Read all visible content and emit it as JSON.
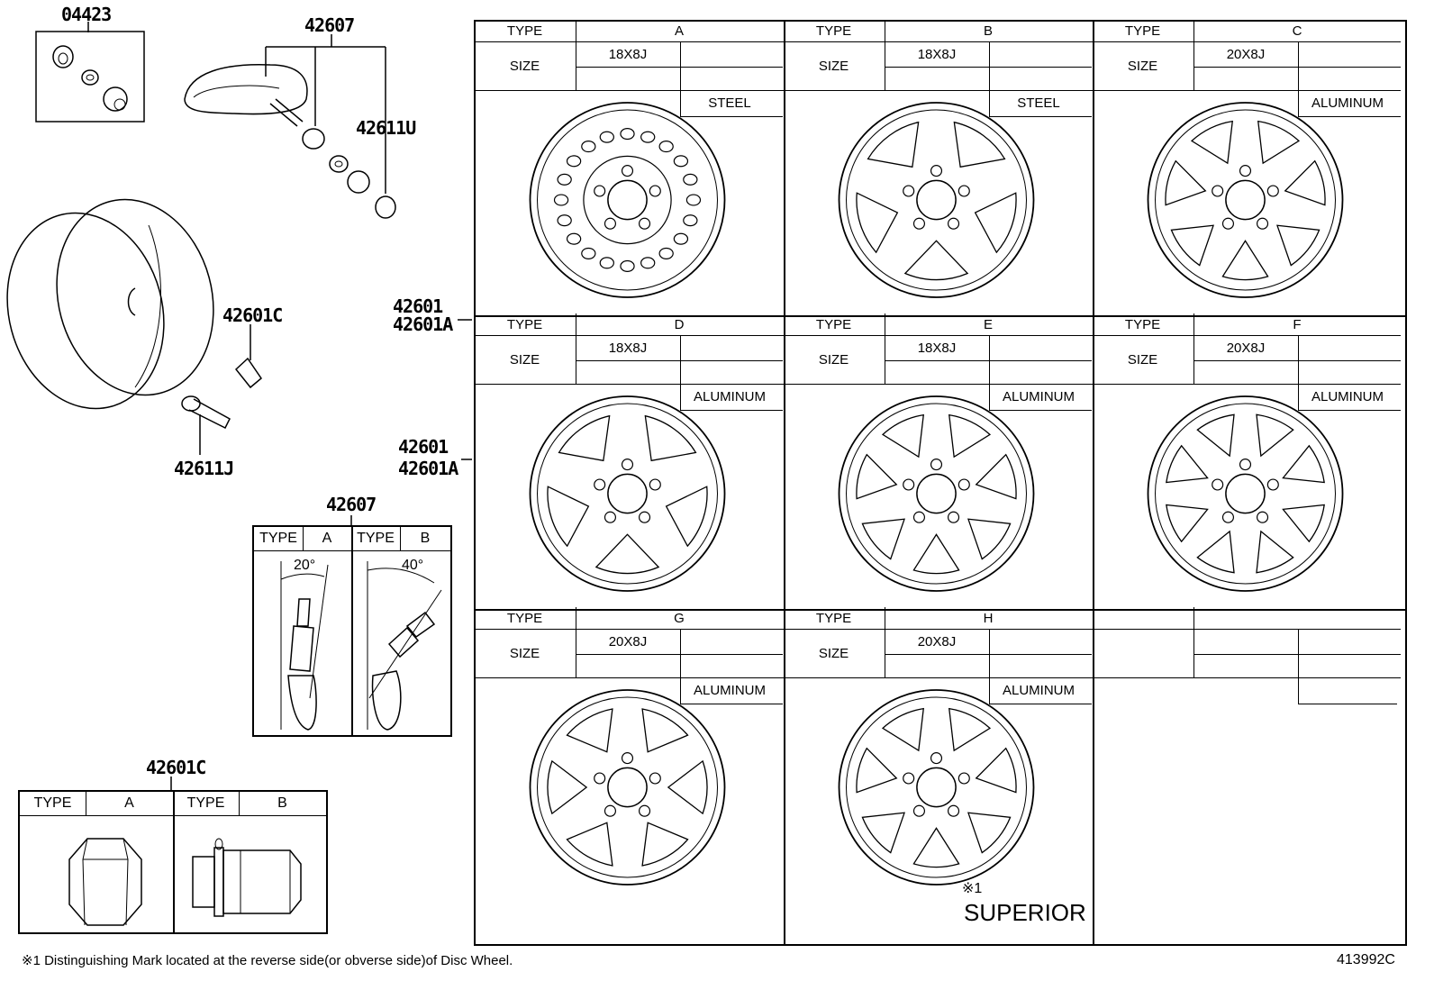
{
  "part_numbers": {
    "p04423": "04423",
    "p42607_top": "42607",
    "p42611U": "42611U",
    "p42601C_left": "42601C",
    "p42611J": "42611J",
    "p42601_row1": "42601",
    "p42601A_row1": "42601A",
    "p42601_row2": "42601",
    "p42601A_row2": "42601A",
    "p42607_box": "42607",
    "p42601C_box": "42601C"
  },
  "valve_table": {
    "type_label": "TYPE",
    "a": "A",
    "b": "B",
    "angle_a": "20°",
    "angle_b": "40°"
  },
  "nut_table": {
    "type_label": "TYPE",
    "a": "A",
    "b": "B"
  },
  "wheel_grid": {
    "type_label": "TYPE",
    "size_label": "SIZE",
    "wheels": [
      {
        "type": "A",
        "size": "18X8J",
        "material": "STEEL"
      },
      {
        "type": "B",
        "size": "18X8J",
        "material": "STEEL"
      },
      {
        "type": "C",
        "size": "20X8J",
        "material": "ALUMINUM"
      },
      {
        "type": "D",
        "size": "18X8J",
        "material": "ALUMINUM"
      },
      {
        "type": "E",
        "size": "18X8J",
        "material": "ALUMINUM"
      },
      {
        "type": "F",
        "size": "20X8J",
        "material": "ALUMINUM"
      },
      {
        "type": "G",
        "size": "20X8J",
        "material": "ALUMINUM"
      },
      {
        "type": "H",
        "size": "20X8J",
        "material": "ALUMINUM"
      }
    ],
    "mark_note": "※1",
    "grade": "SUPERIOR"
  },
  "footnote": "※1 Distinguishing Mark located at the reverse side(or obverse side)of Disc Wheel.",
  "diagram_id": "413992C",
  "icons": [
    "tire-icon",
    "tpms-sensor-icon",
    "valve-stem-icon",
    "lug-nut-icon",
    "wheel-icon"
  ]
}
